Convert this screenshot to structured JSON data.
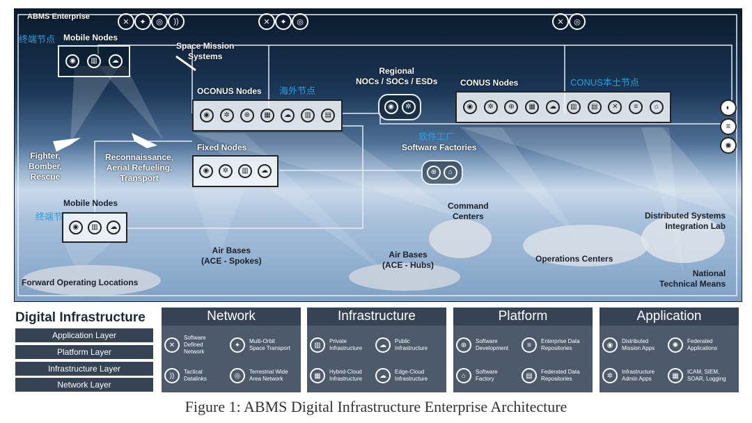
{
  "enterprise_label": "ABMS Enterprise",
  "node_groups": {
    "mobile_top": {
      "title": "Mobile Nodes",
      "cn": "终端节点"
    },
    "oconus": {
      "title": "OCONUS Nodes",
      "cn": "海外节点"
    },
    "regional": {
      "title": "Regional\nNOCs / SOCs / ESDs"
    },
    "conus": {
      "title": "CONUS Nodes",
      "cn": "CONUS本土节点"
    },
    "fixed": {
      "title": "Fixed Nodes"
    },
    "software_factories": {
      "title": "Software Factories",
      "cn": "软件工厂"
    },
    "mobile_bottom": {
      "title": "Mobile Nodes",
      "cn": "终端节点"
    }
  },
  "places": {
    "space": "Space Mission\nSystems",
    "fighter": "Fighter,\nBomber,\nRescue",
    "recon": "Reconnaissance,\nAerial Refueling,\nTransport",
    "command": "Command\nCenters",
    "dsil": "Distributed Systems\nIntegration Lab",
    "air_spokes": "Air Bases\n(ACE - Spokes)",
    "air_hubs": "Air Bases\n(ACE - Hubs)",
    "ops": "Operations Centers",
    "national": "National\nTechnical Means",
    "fol": "Forward Operating Locations"
  },
  "digital_infrastructure": {
    "title": "Digital Infrastructure",
    "layers": [
      "Application Layer",
      "Platform Layer",
      "Infrastructure Layer",
      "Network Layer"
    ]
  },
  "columns": [
    {
      "title": "Network",
      "items": [
        "Software\nDefined\nNetwork",
        "Multi-Orbit\nSpace Transport",
        "Tactical\nDatalinks",
        "Terrestrial Wide\nArea Network"
      ],
      "icons": [
        "network-icon",
        "orbit-icon",
        "datalink-icon",
        "globe-icon"
      ]
    },
    {
      "title": "Infrastructure",
      "items": [
        "Private\nInfrastructure",
        "Public\nInfrastructure",
        "Hybrid-Cloud\nInfrastructure",
        "Edge-Cloud\nInfrastructure"
      ],
      "icons": [
        "server-icon",
        "cloud-icon",
        "hybrid-cloud-icon",
        "edge-cloud-icon"
      ]
    },
    {
      "title": "Platform",
      "items": [
        "Software\nDevelopment",
        "Enterprise Data\nRepositories",
        "Software\nFactory",
        "Federated Data\nRepositories"
      ],
      "icons": [
        "dev-icon",
        "database-icon",
        "factory-icon",
        "federated-db-icon"
      ]
    },
    {
      "title": "Application",
      "items": [
        "Distributed\nMission Apps",
        "Federated\nApplications",
        "Infrastructure\nAdmin Apps",
        "ICAM, SIEM,\nSOAR, Logging"
      ],
      "icons": [
        "apps-icon",
        "federated-apps-icon",
        "admin-icon",
        "security-icon"
      ]
    }
  ],
  "caption": "Figure 1: ABMS Digital Infrastructure Enterprise Architecture"
}
